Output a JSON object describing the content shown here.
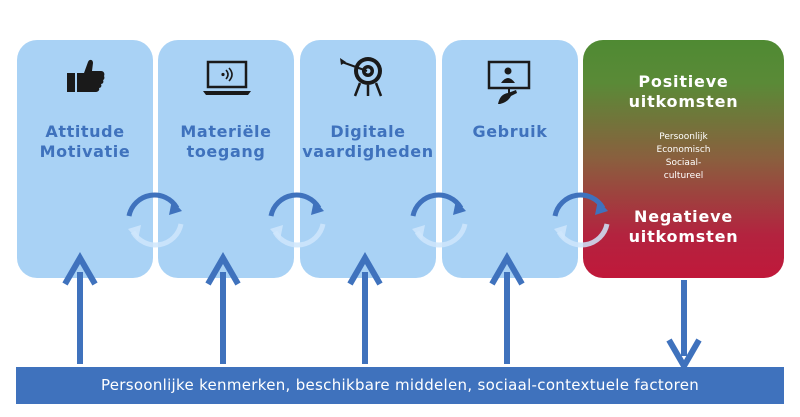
{
  "stages": [
    {
      "title": "Attitude\nMotivatie",
      "icon": "thumbs-up-icon"
    },
    {
      "title": "Materiële\ntoegang",
      "icon": "laptop-icon"
    },
    {
      "title": "Digitale\nvaardigheden",
      "icon": "target-icon"
    },
    {
      "title": "Gebruik",
      "icon": "monitor-user-icon"
    }
  ],
  "outcomes": {
    "positive": "Positieve\nuitkomsten",
    "items": [
      "Persoonlijk",
      "Economisch",
      "Sociaal-",
      "cultureel"
    ],
    "negative": "Negatieve\nuitkomsten"
  },
  "footer": "Persoonlijke kenmerken, beschikbare middelen, sociaal-contextuele factoren",
  "colors": {
    "box": "#a9d2f5",
    "accent": "#3f72bd",
    "positive": "#4f8a33",
    "negative": "#c0183a"
  }
}
